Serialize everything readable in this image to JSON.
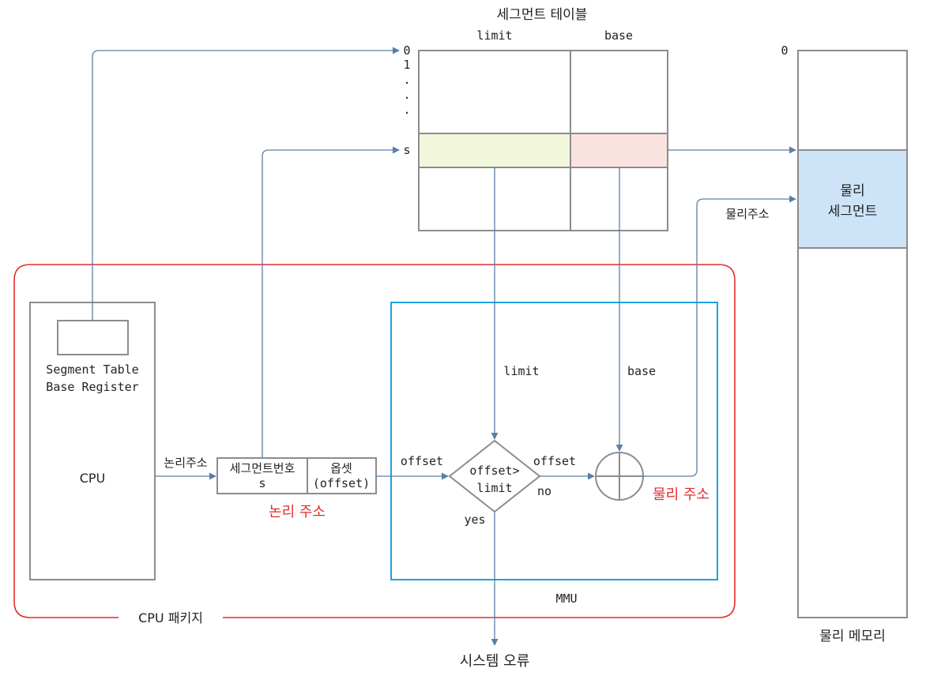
{
  "segment_table": {
    "title": "세그먼트 테이블",
    "col_limit": "limit",
    "col_base": "base",
    "row_0": "0",
    "row_1": "1",
    "dot": ".",
    "row_s": "s"
  },
  "memory": {
    "top": "0",
    "segment_line1": "물리",
    "segment_line2": "세그먼트",
    "label": "물리 메모리",
    "phys_addr_label": "물리주소"
  },
  "cpu_package": {
    "label": "CPU 패키지",
    "register_line1": "Segment Table",
    "register_line2": "Base Register",
    "cpu": "CPU",
    "logical_addr_arrow": "논리주소",
    "seg_no_line1": "세그먼트번호",
    "seg_no_line2": "s",
    "offset_line1": "옵셋",
    "offset_line2": "(offset)",
    "logical_addr_caption": "논리 주소"
  },
  "mmu": {
    "label": "MMU",
    "limit": "limit",
    "base": "base",
    "offset_in": "offset",
    "cond_line1": "offset>",
    "cond_line2": "limit",
    "offset_out": "offset",
    "no": "no",
    "yes": "yes",
    "phys_addr_caption": "물리 주소"
  },
  "error": "시스템 오류",
  "colors": {
    "line": "#5a7fa8",
    "box": "#8c8c8c",
    "red": "#e52b2b",
    "blue": "#1aa3e0",
    "limit_cell": "#f2f7dc",
    "base_cell": "#fae3de",
    "segment_fill": "#cde3f7"
  }
}
